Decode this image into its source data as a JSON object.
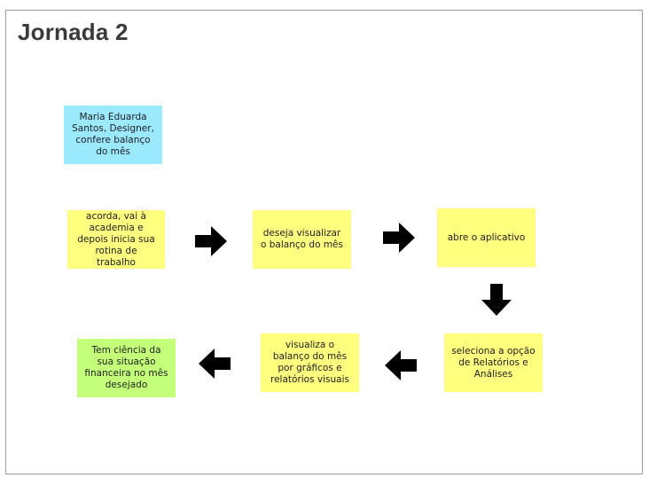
{
  "title": "Jornada 2",
  "colors": {
    "persona": "#9ae9ff",
    "step": "#ffff80",
    "outcome": "#c4ff7a",
    "arrow": "#000000"
  },
  "notes": {
    "persona": "Maria Eduarda Santos, Designer, confere balanço do mês",
    "step1": "acorda, vai à academia e depois inicia sua rotina de trabalho",
    "step2": "deseja visualizar o balanço do mês",
    "step3": "abre o aplicativo",
    "step4": "seleciona a opção de Relatórios e Análises",
    "step5": "visualiza o balanço do mês por gráficos e relatórios visuais",
    "outcome": "Tem ciência da sua situação financeira no mês desejado"
  },
  "arrows": [
    "arrow-right-icon",
    "arrow-right-icon",
    "arrow-down-icon",
    "arrow-left-icon",
    "arrow-left-icon"
  ]
}
